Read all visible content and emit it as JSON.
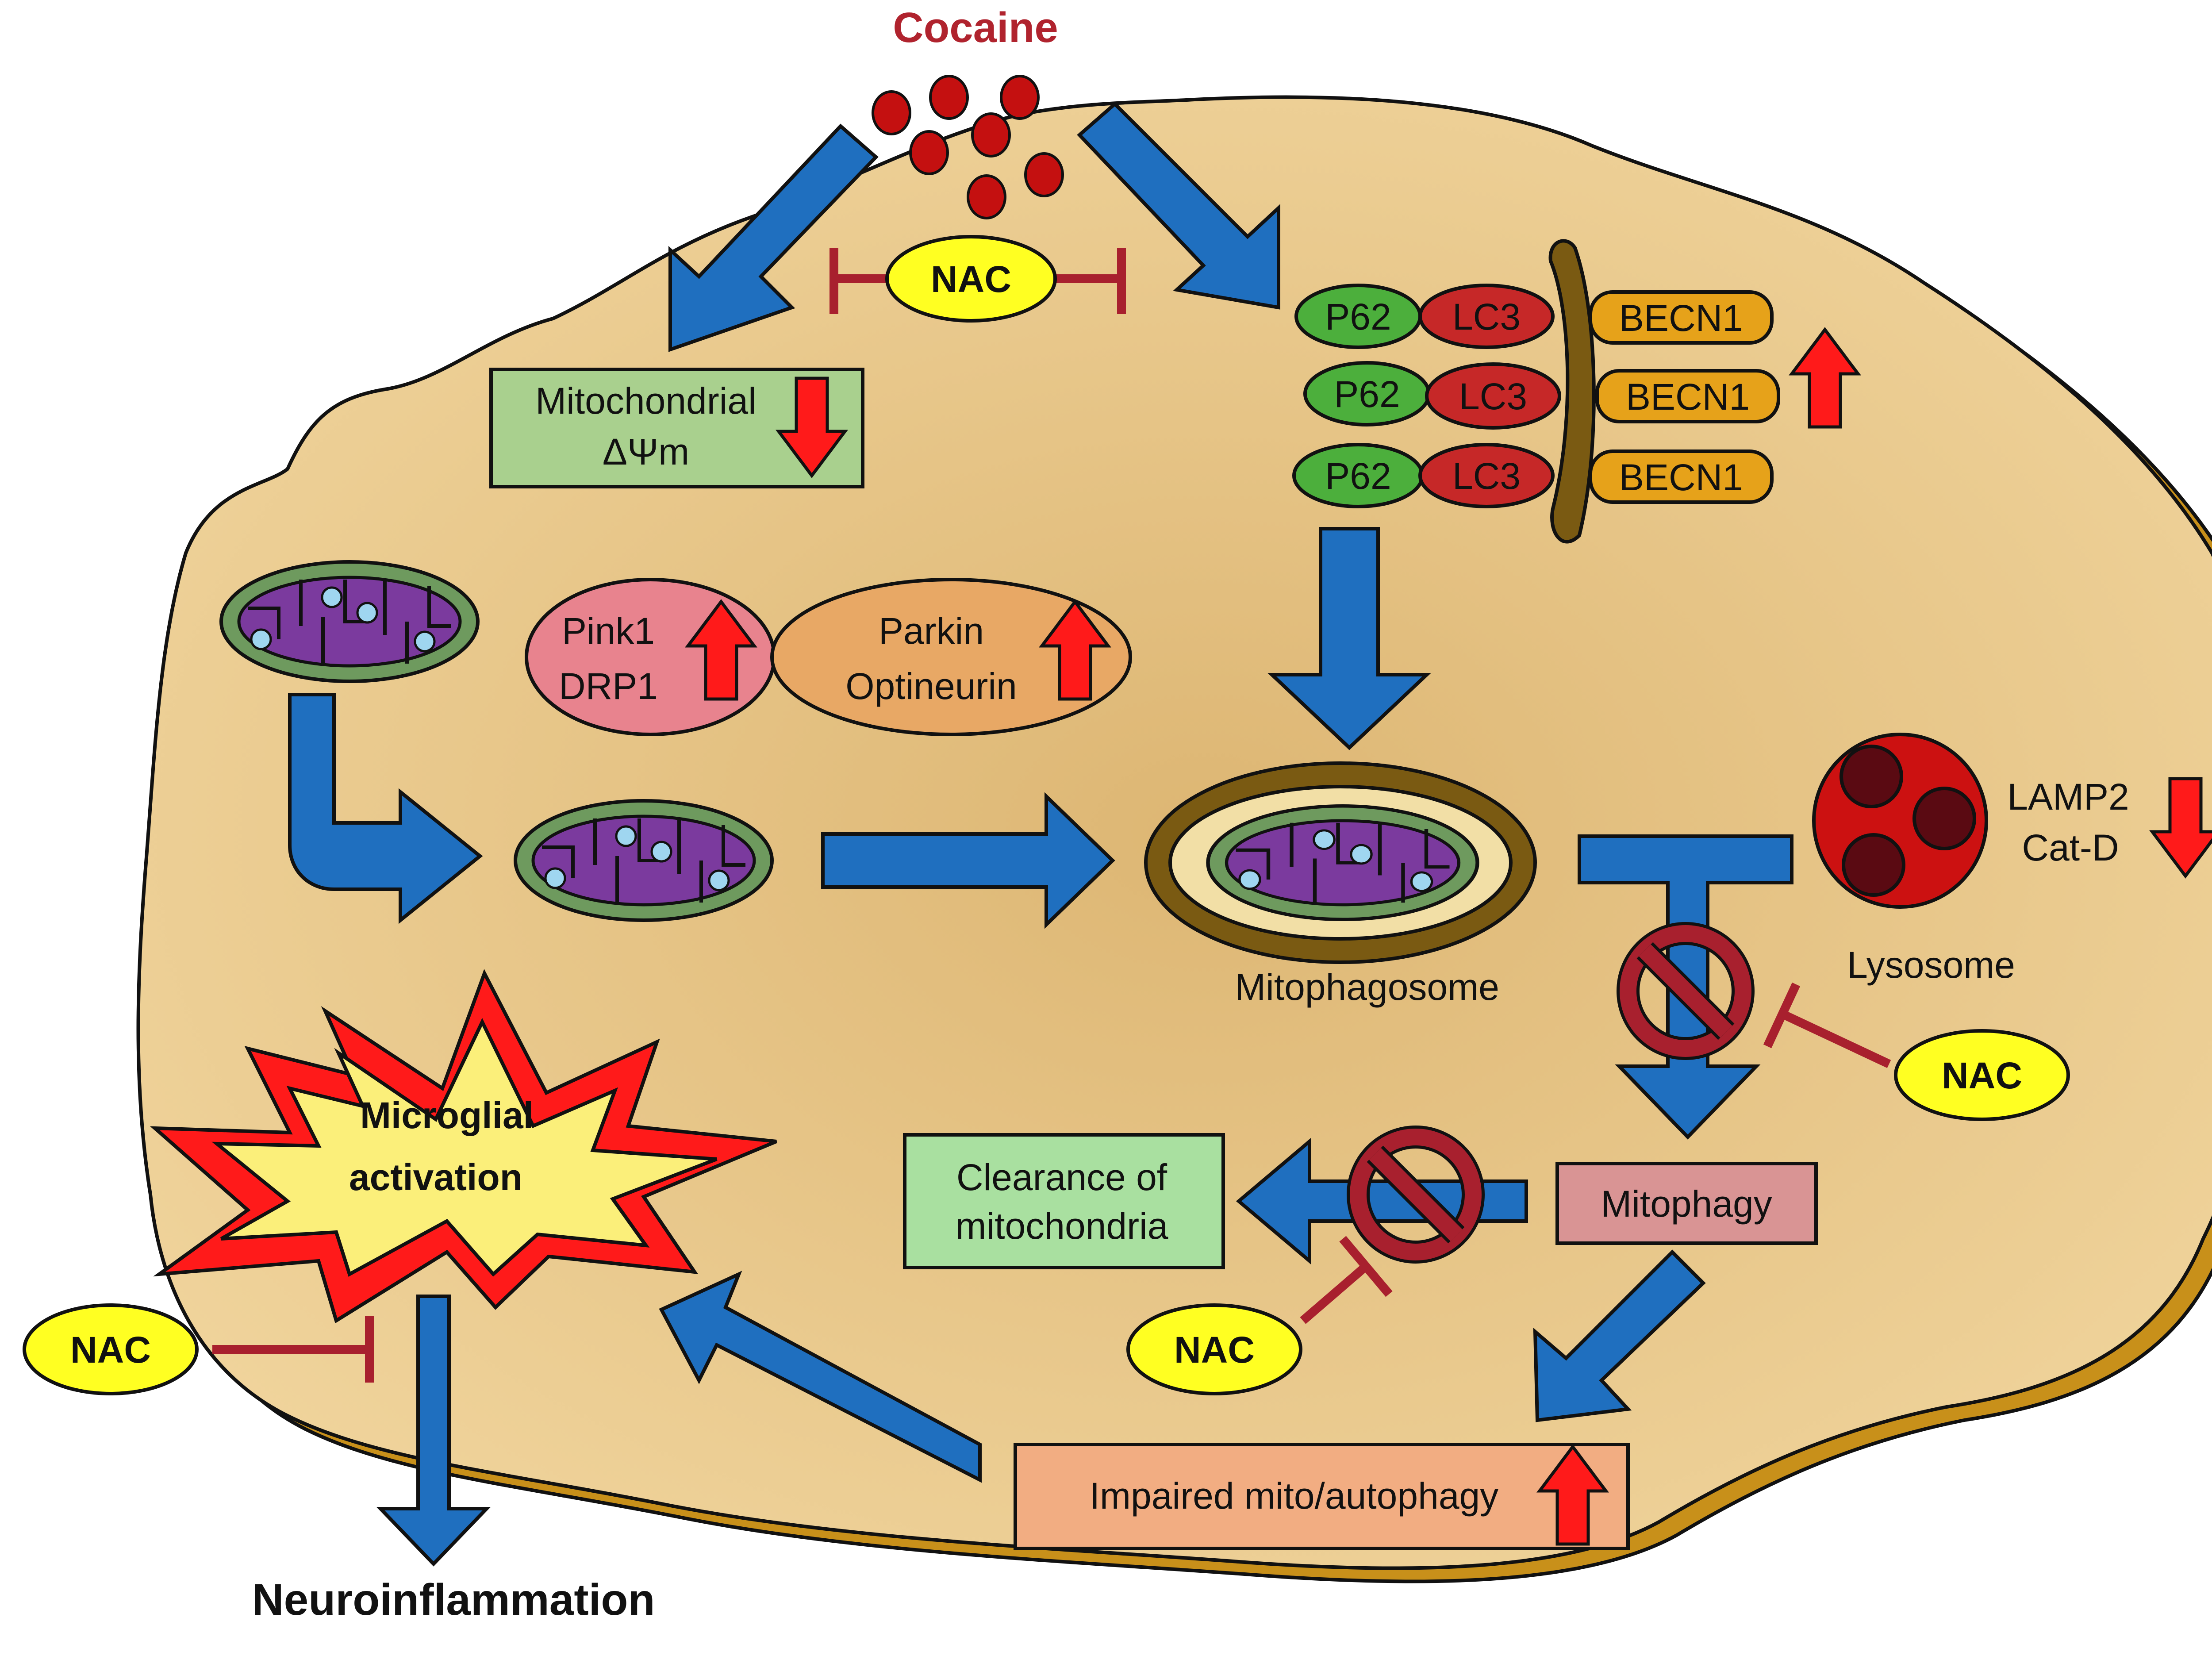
{
  "title": "Cocaine",
  "nac_label": "NAC",
  "mitochondrial_box": {
    "line1": "Mitochondrial",
    "line2": "ΔΨm"
  },
  "complex_rows": [
    {
      "p62": "P62",
      "lc3": "LC3",
      "becn1": "BECN1"
    },
    {
      "p62": "P62",
      "lc3": "LC3",
      "becn1": "BECN1"
    },
    {
      "p62": "P62",
      "lc3": "LC3",
      "becn1": "BECN1"
    }
  ],
  "pink_drp": {
    "line1": "Pink1",
    "line2": "DRP1"
  },
  "parkin_opt": {
    "line1": "Parkin",
    "line2": "Optineurin"
  },
  "mitophagosome_label": "Mitophagosome",
  "lysosome_label": "Lysosome",
  "lamp_cat": {
    "line1": "LAMP2",
    "line2": "Cat-D"
  },
  "microglial": {
    "line1": "Microglial",
    "line2": "activation"
  },
  "clearance": {
    "line1": "Clearance of",
    "line2": "mitochondria"
  },
  "mitophagy_label": "Mitophagy",
  "impaired_label": "Impaired mito/autophagy",
  "neuroinflammation_label": "Neuroinflammation",
  "colors": {
    "cell_fill": "#e8c98c",
    "cell_border": "#c8901a",
    "flow_arrow": "#1f6fbf",
    "inhibit": "#a8202e",
    "red_arrow": "#ff1a1a",
    "nac_fill": "#ffff22",
    "mito_outer": "#6e9a5e",
    "mito_inner": "#7b3a9e",
    "lysosome": "#cc1111",
    "p62": "#4caf3c",
    "lc3": "#c62828",
    "becn1": "#e6a21a"
  },
  "icons": [
    "red-up-arrow-icon",
    "red-down-arrow-icon",
    "no-entry-icon",
    "inhibition-bar-icon",
    "blue-flow-arrow-icon"
  ]
}
